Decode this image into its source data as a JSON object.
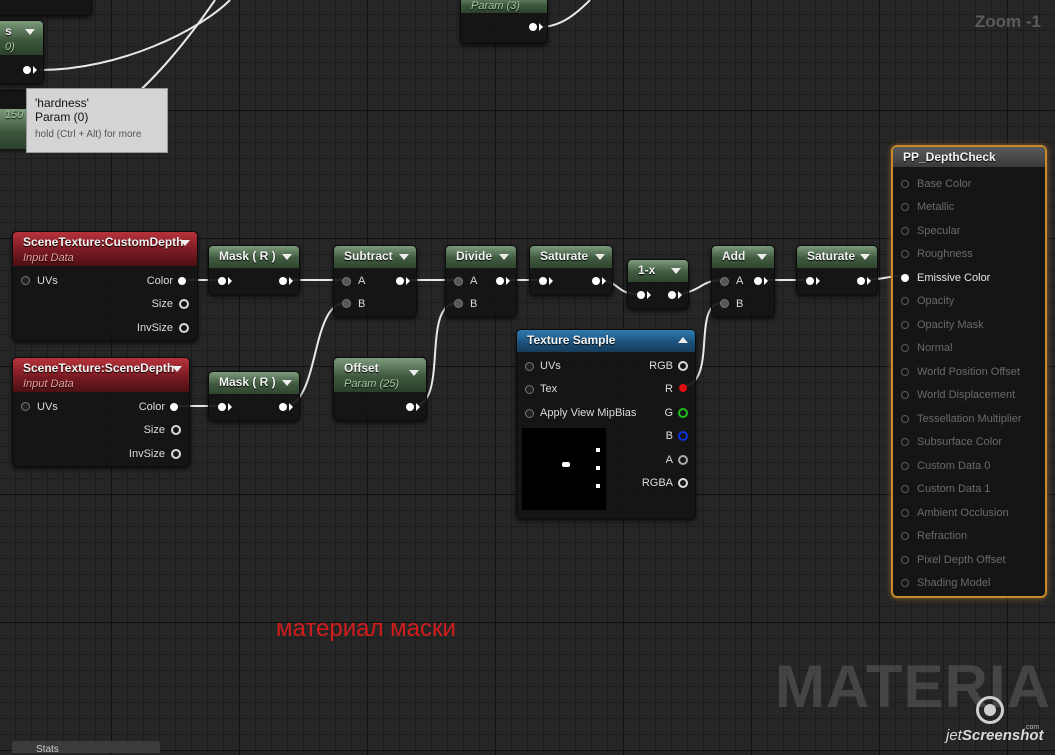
{
  "zoom": "Zoom -1",
  "tooltip": {
    "name": "'hardness'",
    "param": "Param (0)",
    "hint": "hold (Ctrl + Alt) for more"
  },
  "partial_nodes": {
    "top_param": "Param (3)",
    "left_title_frag": "s",
    "left_sub_frag": "0)",
    "left_val_frag": "150"
  },
  "nodes": {
    "scene_custom_depth": {
      "title": "SceneTexture:CustomDepth",
      "subtitle": "Input Data",
      "in": "UVs",
      "outs": [
        "Color",
        "Size",
        "InvSize"
      ]
    },
    "scene_scene_depth": {
      "title": "SceneTexture:SceneDepth",
      "subtitle": "Input Data",
      "in": "UVs",
      "outs": [
        "Color",
        "Size",
        "InvSize"
      ]
    },
    "mask_r_1": {
      "title": "Mask ( R )"
    },
    "mask_r_2": {
      "title": "Mask ( R )"
    },
    "subtract": {
      "title": "Subtract",
      "ins": [
        "A",
        "B"
      ]
    },
    "divide": {
      "title": "Divide",
      "ins": [
        "A",
        "B"
      ]
    },
    "saturate_1": {
      "title": "Saturate"
    },
    "one_minus": {
      "title": "1-x"
    },
    "add": {
      "title": "Add",
      "ins": [
        "A",
        "B"
      ]
    },
    "saturate_2": {
      "title": "Saturate"
    },
    "offset": {
      "title": "Offset",
      "subtitle": "Param (25)"
    },
    "texture_sample": {
      "title": "Texture Sample",
      "ins": [
        "UVs",
        "Tex",
        "Apply View MipBias"
      ],
      "outs": [
        "RGB",
        "R",
        "G",
        "B",
        "A",
        "RGBA"
      ]
    },
    "pp_depth_check": {
      "title": "PP_DepthCheck",
      "inputs": [
        "Base Color",
        "Metallic",
        "Specular",
        "Roughness",
        "Emissive Color",
        "Opacity",
        "Opacity Mask",
        "Normal",
        "World Position Offset",
        "World Displacement",
        "Tessellation Multiplier",
        "Subsurface Color",
        "Custom Data 0",
        "Custom Data 1",
        "Ambient Occlusion",
        "Refraction",
        "Pixel Depth Offset",
        "Shading Model"
      ],
      "active_input": "Emissive Color"
    }
  },
  "annotation": "материал маски",
  "watermark": "MATERIAL",
  "branding": {
    "jet": "jet",
    "screenshot": "Screenshot",
    "com": ".com"
  },
  "bottom_tab": "Stats",
  "colors": {
    "pp_border": "#c88a2a",
    "annotation": "#d11c1c",
    "pin_r": "#e01010",
    "pin_g": "#20c020",
    "pin_b": "#1030e0"
  }
}
